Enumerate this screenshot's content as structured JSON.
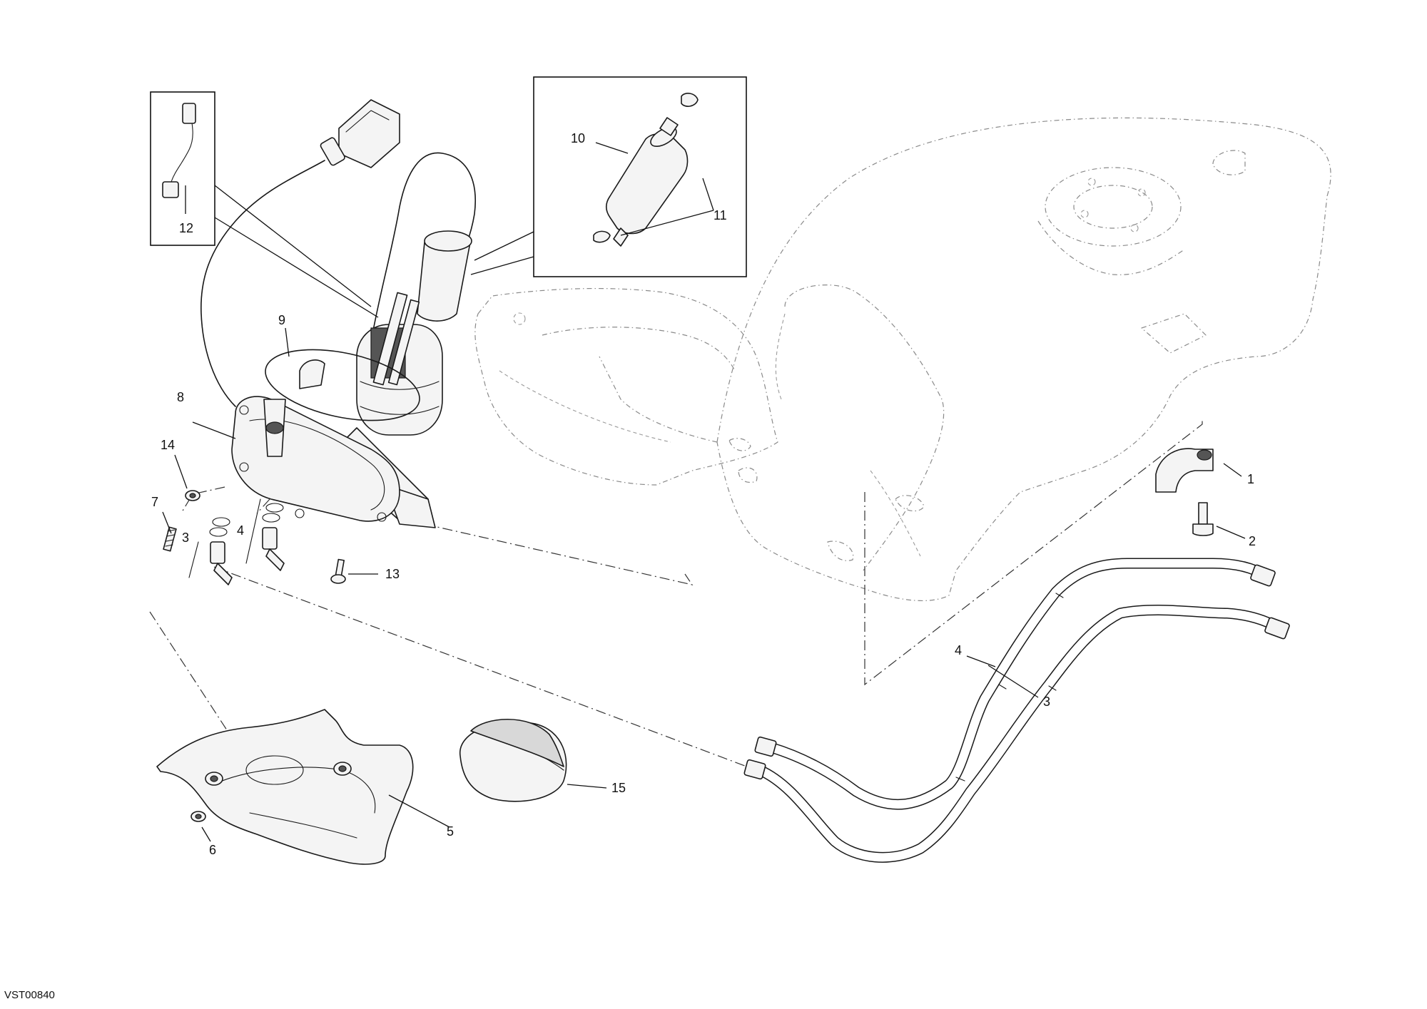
{
  "drawing_code": "VST00840",
  "callouts": {
    "c1": "1",
    "c2": "2",
    "c3_left": "3",
    "c3_right": "3",
    "c4_left": "4",
    "c4_right": "4",
    "c5": "5",
    "c6": "6",
    "c7": "7",
    "c8": "8",
    "c9": "9",
    "c10": "10",
    "c11": "11",
    "c12": "12",
    "c13": "13",
    "c14": "14",
    "c15": "15"
  }
}
